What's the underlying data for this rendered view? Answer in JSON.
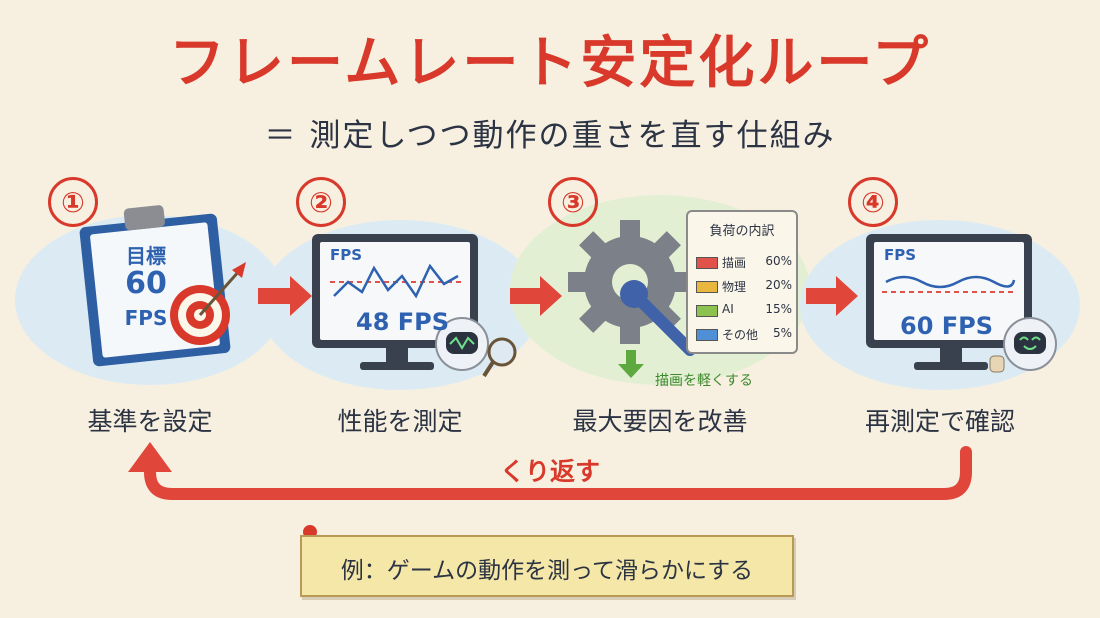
{
  "title": "フレームレート安定化ループ",
  "subtitle": "＝ 測定しつつ動作の重さを直す仕組み",
  "steps": [
    {
      "number": "①",
      "label": "基準を設定",
      "clipboard_line1": "目標",
      "clipboard_line2": "60",
      "clipboard_line3": "FPS"
    },
    {
      "number": "②",
      "label": "性能を測定",
      "monitor_title": "FPS",
      "fps_value": "48 FPS"
    },
    {
      "number": "③",
      "label": "最大要因を改善",
      "hint": "描画を軽くする"
    },
    {
      "number": "④",
      "label": "再測定で確認",
      "monitor_title": "FPS",
      "fps_value": "60 FPS"
    }
  ],
  "load_breakdown": {
    "title": "負荷の内訳",
    "items": [
      {
        "name": "描画",
        "value": 60,
        "label": "60%",
        "color": "#e0524a"
      },
      {
        "name": "物理",
        "value": 20,
        "label": "20%",
        "color": "#e9b640"
      },
      {
        "name": "AI",
        "value": 15,
        "label": "15%",
        "color": "#8cc24f"
      },
      {
        "name": "その他",
        "value": 5,
        "label": "5%",
        "color": "#4f8fd6"
      }
    ]
  },
  "loop_label": "くり返す",
  "note": "例：ゲームの動作を測って滑らかにする",
  "colors": {
    "accent": "#d8392b",
    "text": "#2c3444",
    "fps_blue": "#2e62b0",
    "background": "#f7f0e1"
  }
}
